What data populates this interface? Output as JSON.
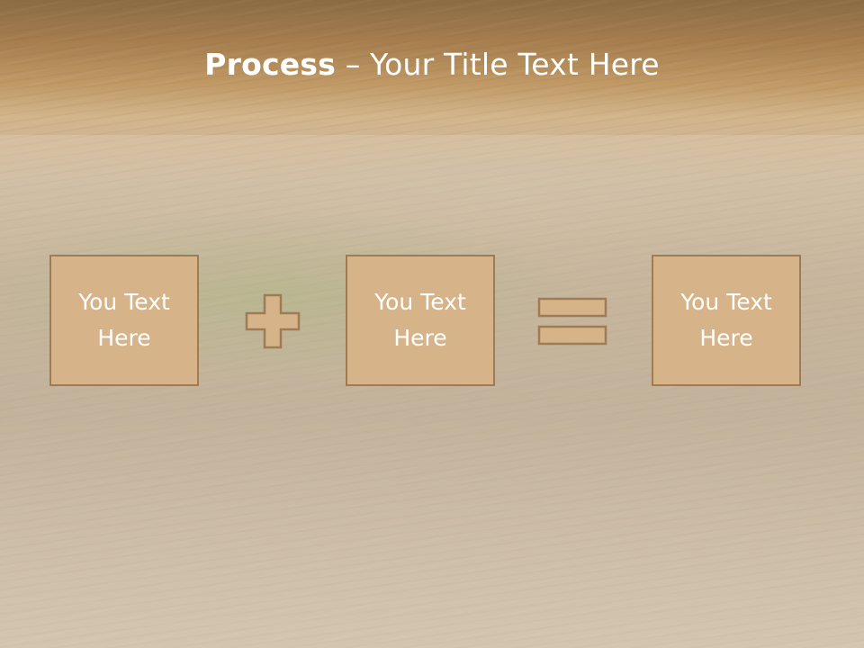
{
  "slide": {
    "title_bold": "Process",
    "title_dash": "–",
    "title_rest": "Your Title Text Here"
  },
  "boxes": [
    {
      "line1": "You Text",
      "line2": "Here"
    },
    {
      "line1": "You Text",
      "line2": "Here"
    },
    {
      "line1": "You Text",
      "line2": "Here"
    }
  ],
  "operators": {
    "first": "plus-icon",
    "second": "equals-icon"
  },
  "colors": {
    "box_fill": "#d6b388",
    "box_border": "#9e7c56",
    "title_text": "#ffffff",
    "header_band": "#a57d4e"
  }
}
